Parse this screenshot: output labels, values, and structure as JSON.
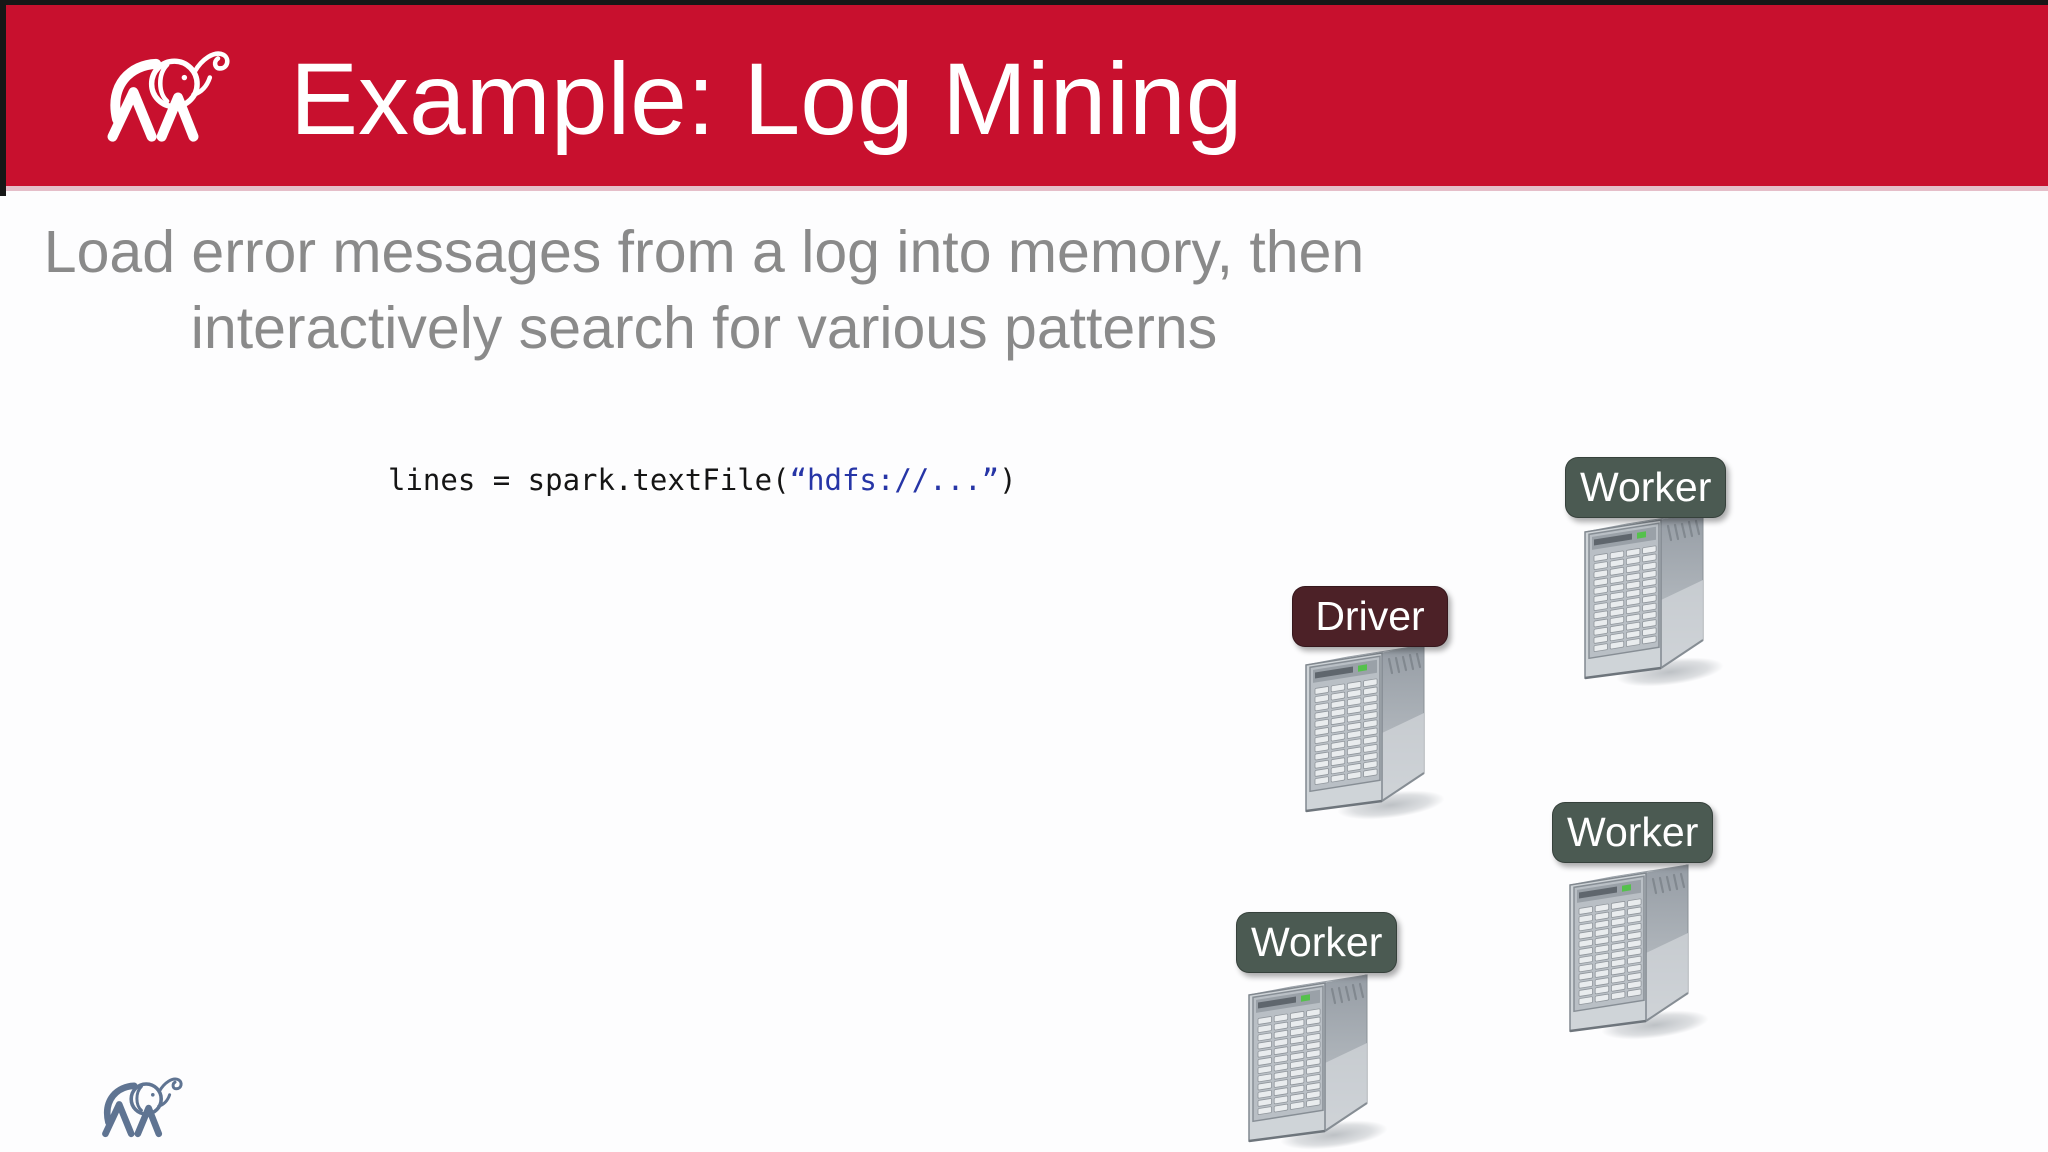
{
  "slide": {
    "title": "Example: Log Mining",
    "subtitle": {
      "lines": [
        "Load error messages from a log into memory, then",
        "interactively search for various patterns"
      ]
    },
    "code": {
      "prefix": "lines = spark.textFile(",
      "string": "“hdfs://...”",
      "suffix": ")"
    },
    "nodes": {
      "worker_top": {
        "label": "Worker",
        "type": "worker"
      },
      "driver": {
        "label": "Driver",
        "type": "driver"
      },
      "worker_mid": {
        "label": "Worker",
        "type": "worker"
      },
      "worker_bottom": {
        "label": "Worker",
        "type": "worker"
      }
    },
    "icons": {
      "header_logo": "elephant-logo",
      "footer_logo": "elephant-logo",
      "node_icon": "server-tower"
    },
    "colors": {
      "banner_red": "#C8102E",
      "banner_edge_pink": "#E5BEC9",
      "subtitle_gray": "#8A8A8A",
      "code_black": "#151515",
      "code_blue": "#2635A6",
      "worker_badge": "#4B5A52",
      "driver_badge": "#4C2127",
      "logo_slate": "#5F7492",
      "slide_bg": "#FDFDFE"
    }
  }
}
